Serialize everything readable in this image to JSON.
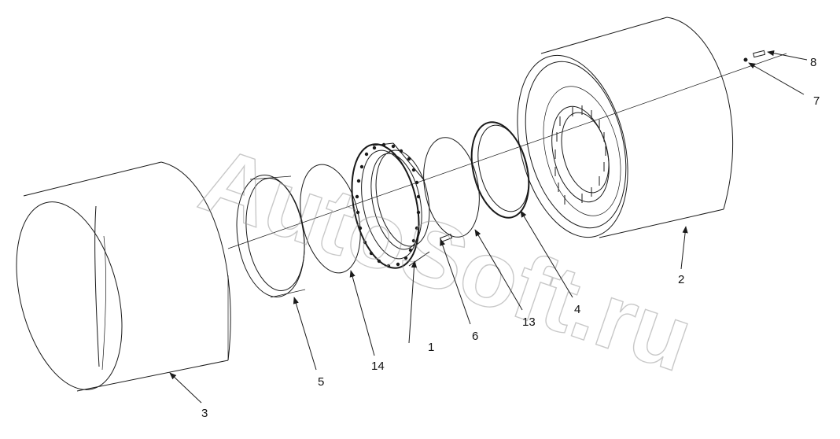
{
  "diagram": {
    "watermark_text": "AutoSoft.ru",
    "callouts": [
      {
        "id": "1",
        "label": "1"
      },
      {
        "id": "2",
        "label": "2"
      },
      {
        "id": "3",
        "label": "3"
      },
      {
        "id": "4",
        "label": "4"
      },
      {
        "id": "5",
        "label": "5"
      },
      {
        "id": "6",
        "label": "6"
      },
      {
        "id": "7",
        "label": "7"
      },
      {
        "id": "8",
        "label": "8"
      },
      {
        "id": "13",
        "label": "13"
      },
      {
        "id": "14",
        "label": "14"
      }
    ]
  }
}
